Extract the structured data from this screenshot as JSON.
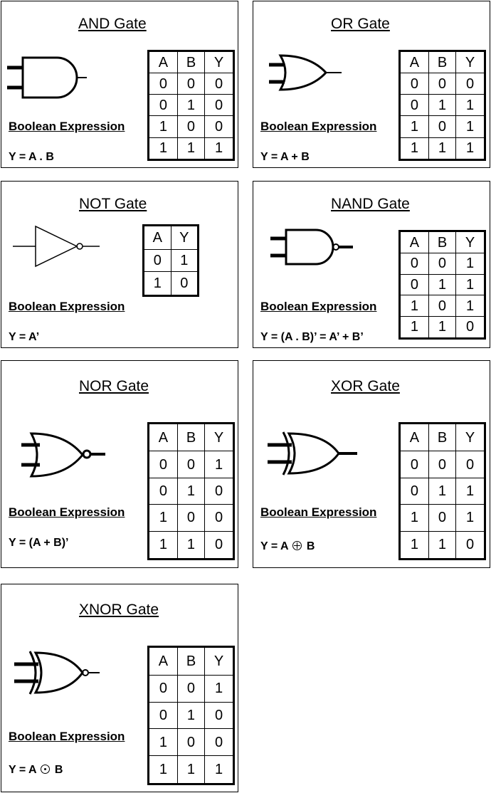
{
  "gates": [
    {
      "key": "and",
      "title": "AND Gate",
      "expr_label": "Boolean Expression",
      "expr": "Y = A . B",
      "table": {
        "headers": [
          "A",
          "B",
          "Y"
        ],
        "rows": [
          [
            "0",
            "0",
            "0"
          ],
          [
            "0",
            "1",
            "0"
          ],
          [
            "1",
            "0",
            "0"
          ],
          [
            "1",
            "1",
            "1"
          ]
        ]
      }
    },
    {
      "key": "or",
      "title": "OR Gate",
      "expr_label": "Boolean Expression",
      "expr": "Y = A + B",
      "table": {
        "headers": [
          "A",
          "B",
          "Y"
        ],
        "rows": [
          [
            "0",
            "0",
            "0"
          ],
          [
            "0",
            "1",
            "1"
          ],
          [
            "1",
            "0",
            "1"
          ],
          [
            "1",
            "1",
            "1"
          ]
        ]
      }
    },
    {
      "key": "not",
      "title": "NOT Gate",
      "expr_label": "Boolean Expression",
      "expr": "Y = A’",
      "table": {
        "headers": [
          "A",
          "Y"
        ],
        "rows": [
          [
            "0",
            "1"
          ],
          [
            "1",
            "0"
          ]
        ]
      }
    },
    {
      "key": "nand",
      "title": "NAND Gate",
      "expr_label": "Boolean Expression",
      "expr": "Y = (A . B)’ = A’ + B’",
      "table": {
        "headers": [
          "A",
          "B",
          "Y"
        ],
        "rows": [
          [
            "0",
            "0",
            "1"
          ],
          [
            "0",
            "1",
            "1"
          ],
          [
            "1",
            "0",
            "1"
          ],
          [
            "1",
            "1",
            "0"
          ]
        ]
      }
    },
    {
      "key": "nor",
      "title": "NOR Gate",
      "expr_label": "Boolean Expression",
      "expr": "Y = (A + B)’",
      "table": {
        "headers": [
          "A",
          "B",
          "Y"
        ],
        "rows": [
          [
            "0",
            "0",
            "1"
          ],
          [
            "0",
            "1",
            "0"
          ],
          [
            "1",
            "0",
            "0"
          ],
          [
            "1",
            "1",
            "0"
          ]
        ]
      }
    },
    {
      "key": "xor",
      "title": "XOR Gate",
      "expr_label": "Boolean Expression",
      "expr_left": "Y = A",
      "expr_right": "B",
      "table": {
        "headers": [
          "A",
          "B",
          "Y"
        ],
        "rows": [
          [
            "0",
            "0",
            "0"
          ],
          [
            "0",
            "1",
            "1"
          ],
          [
            "1",
            "0",
            "1"
          ],
          [
            "1",
            "1",
            "0"
          ]
        ]
      }
    },
    {
      "key": "xnor",
      "title": "XNOR Gate",
      "expr_label": "Boolean Expression",
      "expr_left": "Y = A",
      "expr_right": "B",
      "table": {
        "headers": [
          "A",
          "B",
          "Y"
        ],
        "rows": [
          [
            "0",
            "0",
            "1"
          ],
          [
            "0",
            "1",
            "0"
          ],
          [
            "1",
            "0",
            "0"
          ],
          [
            "1",
            "1",
            "1"
          ]
        ]
      }
    }
  ]
}
